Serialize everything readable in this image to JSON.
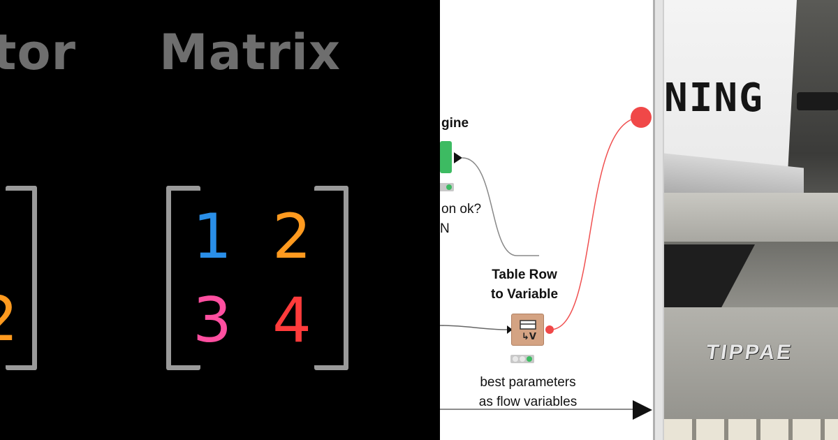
{
  "math_slide": {
    "heading_left": "tor",
    "heading_right": "Matrix",
    "vector_value": "2",
    "matrix": {
      "cells": [
        {
          "value": "1",
          "color": "#2a8fe8"
        },
        {
          "value": "2",
          "color": "#ff9a1f"
        },
        {
          "value": "3",
          "color": "#ff4fa0"
        },
        {
          "value": "4",
          "color": "#ff3b3b"
        }
      ],
      "vector_color": "#ff9a1f",
      "bracket_color": "#9a9a9a"
    }
  },
  "workflow": {
    "partial_node_title": "gine",
    "partial_status_line1": "on ok?",
    "partial_status_line2": "N",
    "node": {
      "title_line1": "Table Row",
      "title_line2": "to Variable",
      "icon": "table-row-to-variable-icon",
      "caption_line1": "best parameters",
      "caption_line2": "as flow variables",
      "color": "#d4a383"
    },
    "colors": {
      "learner_node": "#3dbb62",
      "variable_connection": "#f05050",
      "data_connection": "#888888"
    }
  },
  "photo": {
    "paper_text": "NING",
    "brand_text": "TIPPAE"
  }
}
